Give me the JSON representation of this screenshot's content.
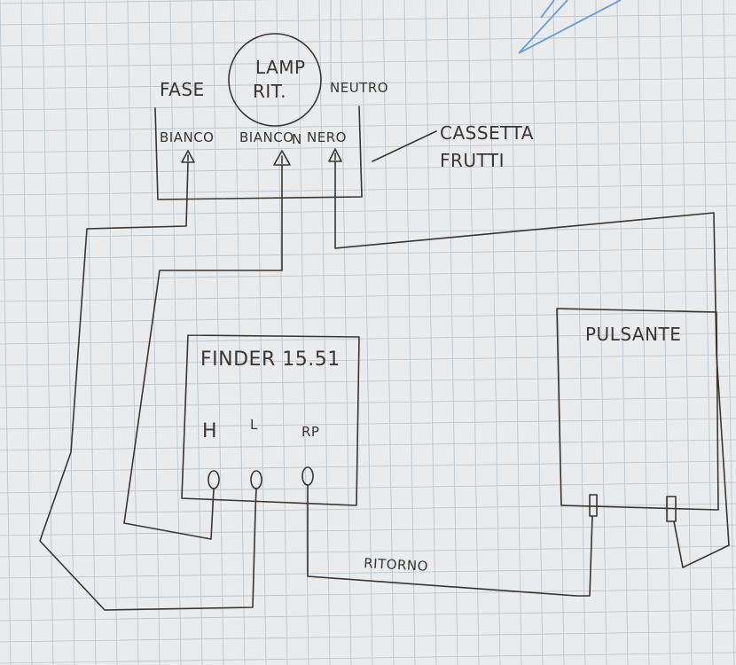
{
  "lamp": {
    "line1": "LAMP",
    "line2": "RIT."
  },
  "labels": {
    "fase": "FASE",
    "neutro": "NEUTRO"
  },
  "cassetta": {
    "title_line1": "CASSETTA",
    "title_line2": "FRUTTI",
    "terminals": [
      "BIANCO",
      "BIANCO",
      "N",
      "NERO"
    ]
  },
  "finder": {
    "title": "FINDER 15.51",
    "terminals": [
      "H",
      "L",
      "RP"
    ]
  },
  "pulsante": {
    "title": "PULSANTE"
  },
  "wires": {
    "ritorno": "RITORNO"
  },
  "colors": {
    "ink": "#3a3530",
    "paper": "#e9ebec",
    "grid": "#b9c3cb"
  }
}
